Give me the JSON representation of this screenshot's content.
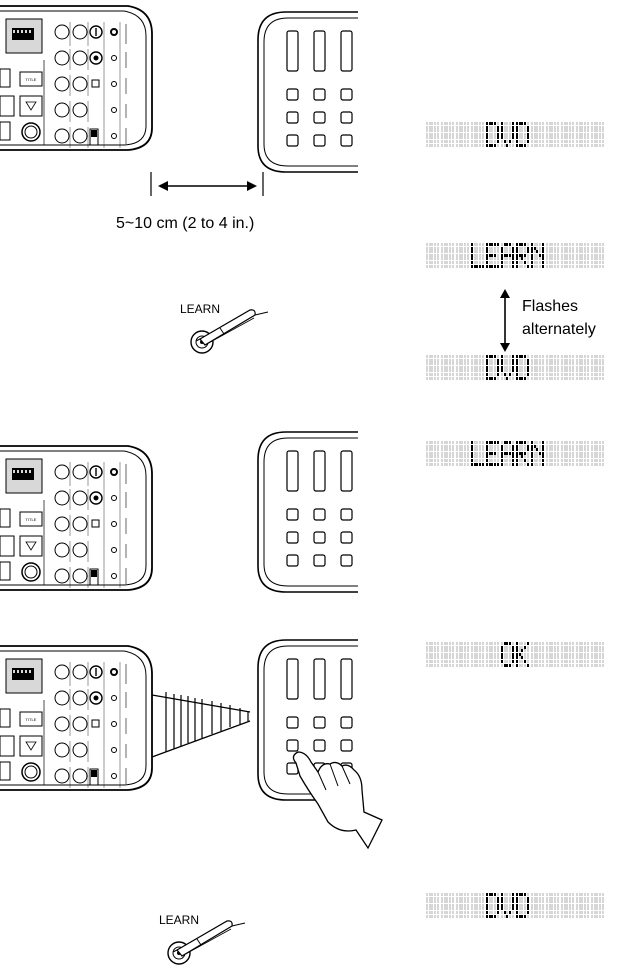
{
  "step1": {
    "distance_label": "5~10 cm (2 to 4 in.)",
    "display_text": "DVD"
  },
  "step2": {
    "button_label": "LEARN",
    "display_top": "LEARN",
    "display_bottom": "DVD",
    "flash_line1": "Flashes",
    "flash_line2": "alternately"
  },
  "step3": {
    "display_text": "LEARN"
  },
  "step4": {
    "display_text": "OK"
  },
  "step5": {
    "button_label": "LEARN",
    "display_text": "DVD"
  }
}
